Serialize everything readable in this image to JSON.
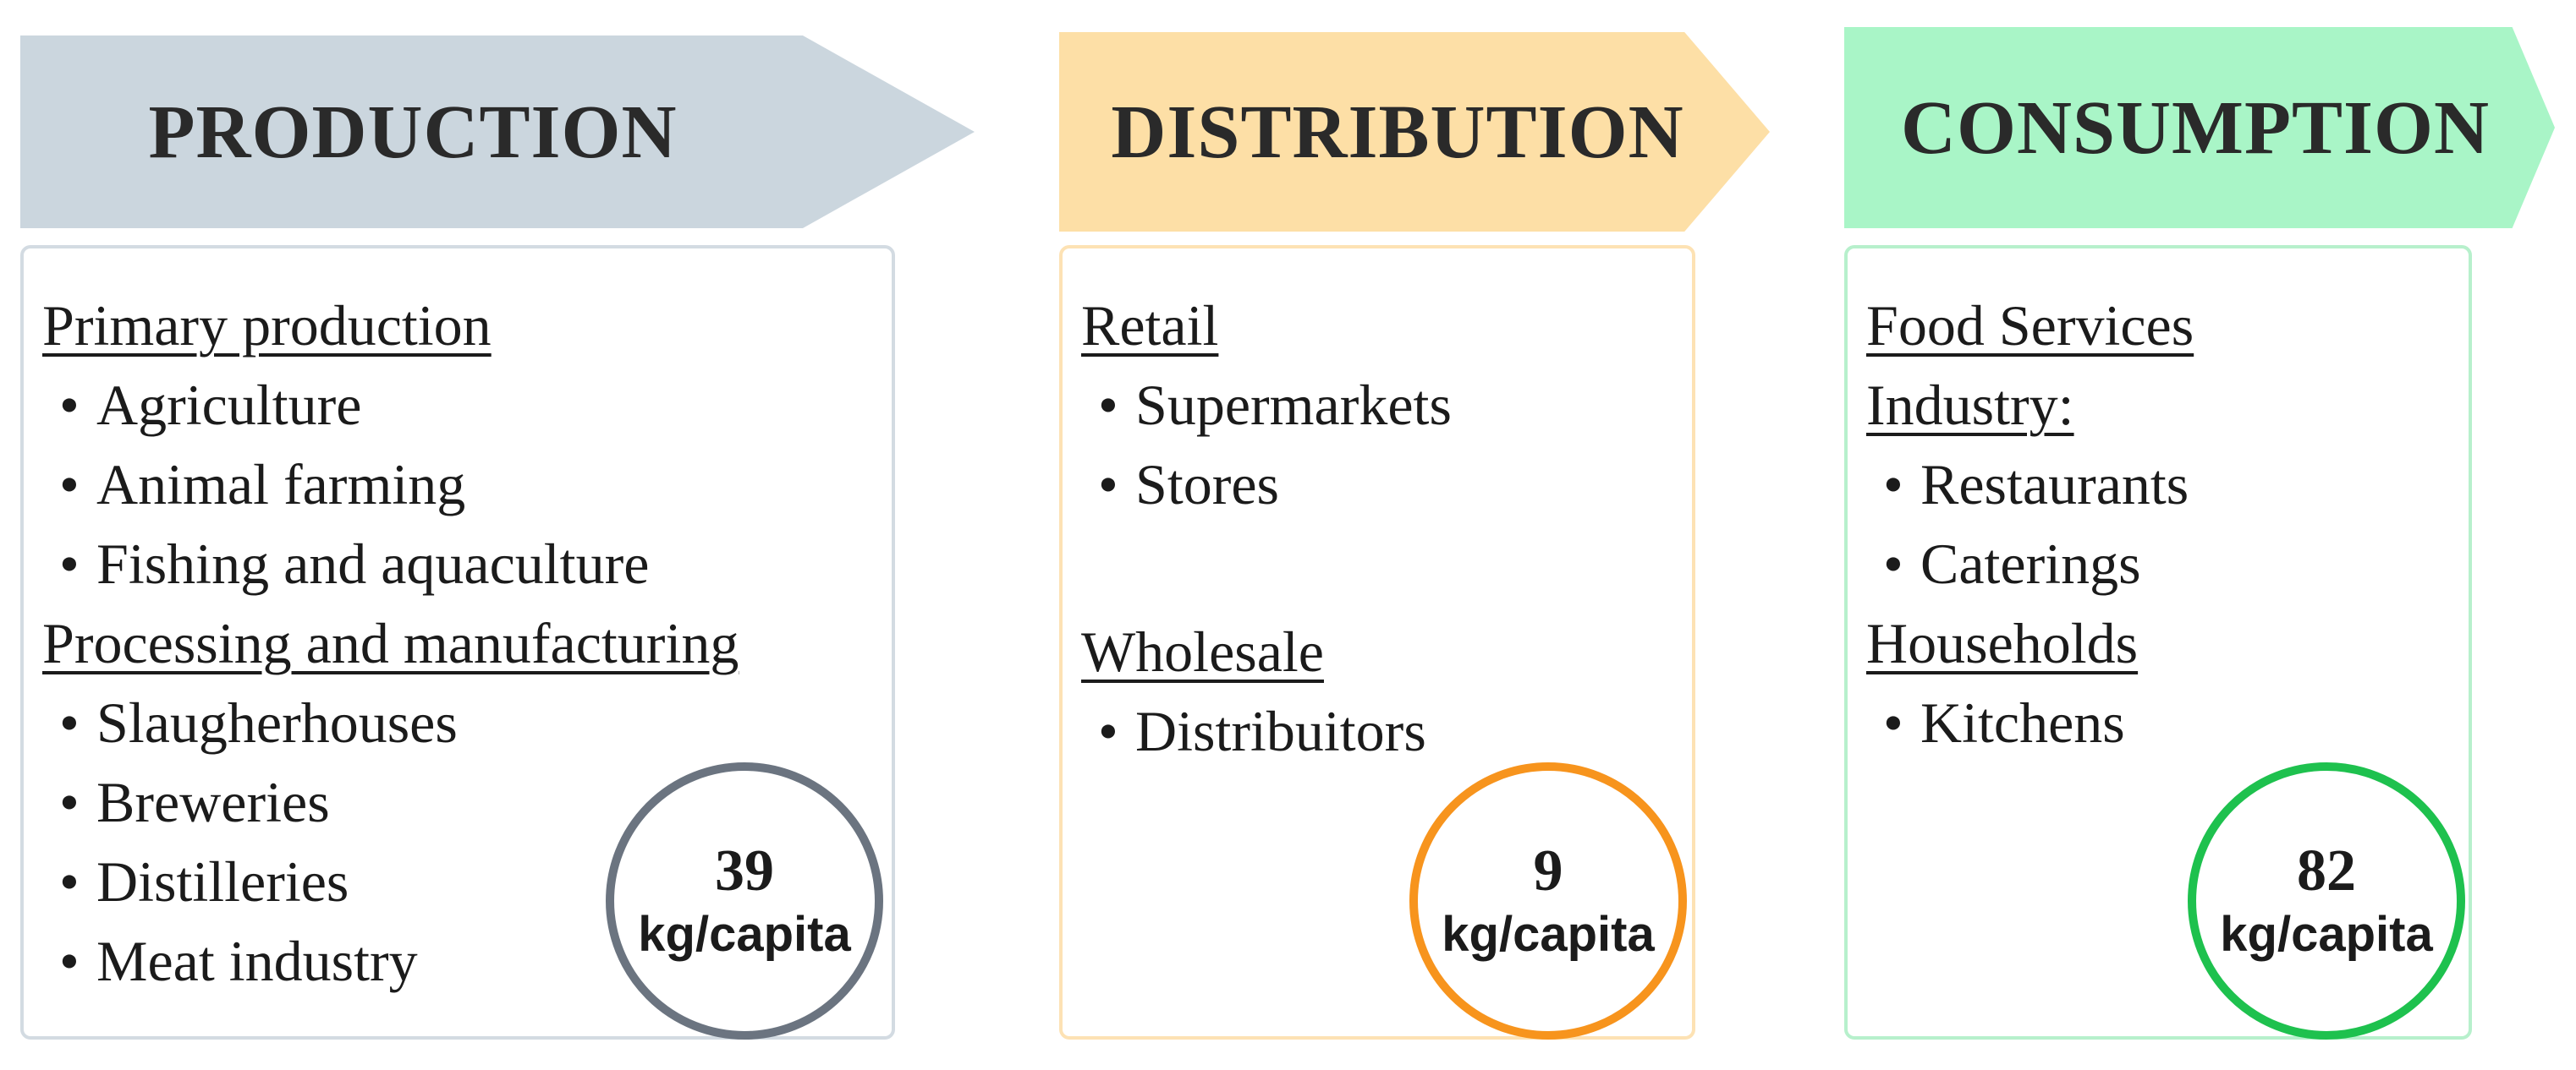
{
  "stages": [
    {
      "title": "PRODUCTION",
      "colors": {
        "arrow": "#cbd6de",
        "border": "#d3dbe2",
        "circle": "#6b7480"
      },
      "sections": [
        {
          "heading": "Primary production",
          "items": [
            "Agriculture",
            "Animal farming",
            "Fishing and aquaculture"
          ]
        },
        {
          "heading": "Processing and manufacturing",
          "items": [
            "Slaugherhouses",
            "Breweries",
            "Distilleries",
            "Meat industry"
          ]
        }
      ],
      "value": "39",
      "unit": "kg/capita"
    },
    {
      "title": "DISTRIBUTION",
      "colors": {
        "arrow": "#fddfa6",
        "border": "#fde2b4",
        "circle": "#f7941d"
      },
      "sections": [
        {
          "heading": "Retail",
          "items": [
            "Supermarkets",
            "Stores"
          ]
        },
        {
          "heading": "Wholesale",
          "items": [
            "Distribuitors"
          ]
        }
      ],
      "value": "9",
      "unit": "kg/capita"
    },
    {
      "title": "CONSUMPTION",
      "colors": {
        "arrow": "#a9f5c7",
        "border": "#b7f0cc",
        "circle": "#1ec14e"
      },
      "sections": [
        {
          "heading": "Food Services Industry:",
          "heading_lines": [
            "Food Services",
            "Industry:"
          ],
          "items": [
            "Restaurants",
            "Caterings"
          ]
        },
        {
          "heading": "Households",
          "items": [
            "Kitchens"
          ]
        }
      ],
      "value": "82",
      "unit": "kg/capita"
    }
  ]
}
